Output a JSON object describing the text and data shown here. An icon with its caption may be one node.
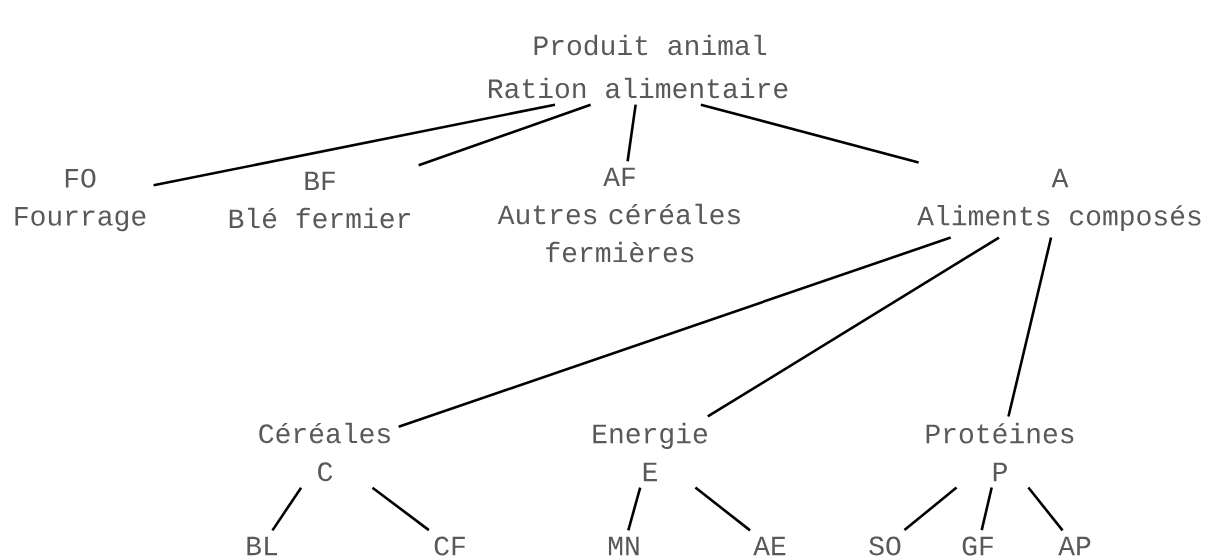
{
  "diagram": {
    "title": "Produit animal",
    "nodes": [
      {
        "text": [
          "Ration alimentaire"
        ]
      },
      {
        "text": [
          "FO",
          "Fourrage"
        ]
      },
      {
        "text": [
          "BF",
          "Blé fermier"
        ]
      },
      {
        "text": [
          "AF",
          "Autres céréales fermières"
        ]
      },
      {
        "text": [
          "A",
          "Aliments composés"
        ]
      },
      {
        "text": [
          "Céréales",
          "C"
        ]
      },
      {
        "text": [
          "Energie",
          "E"
        ]
      },
      {
        "text": [
          "Protéines",
          "P"
        ]
      },
      {
        "text": [
          "BL"
        ]
      },
      {
        "text": [
          "CF"
        ]
      },
      {
        "text": [
          "MN"
        ]
      },
      {
        "text": [
          "AE"
        ]
      },
      {
        "text": [
          "SO"
        ]
      },
      {
        "text": [
          "GF"
        ]
      },
      {
        "text": [
          "AP"
        ]
      }
    ],
    "edges": [
      {
        "from": 0,
        "to": 1,
        "arrow": "none"
      },
      {
        "from": 0,
        "to": 2,
        "arrow": "none"
      },
      {
        "from": 0,
        "to": 3,
        "arrow": "none"
      },
      {
        "from": 0,
        "to": 4,
        "arrow": "none"
      },
      {
        "from": 4,
        "to": 5,
        "arrow": "none"
      },
      {
        "from": 4,
        "to": 6,
        "arrow": "none"
      },
      {
        "from": 4,
        "to": 7,
        "arrow": "none"
      },
      {
        "from": 5,
        "to": 8,
        "arrow": "none"
      },
      {
        "from": 5,
        "to": 9,
        "arrow": "none"
      },
      {
        "from": 6,
        "to": 10,
        "arrow": "none"
      },
      {
        "from": 6,
        "to": 11,
        "arrow": "none"
      },
      {
        "from": 7,
        "to": 12,
        "arrow": "none"
      },
      {
        "from": 7,
        "to": 13,
        "arrow": "none"
      },
      {
        "from": 7,
        "to": 14,
        "arrow": "none"
      }
    ]
  }
}
